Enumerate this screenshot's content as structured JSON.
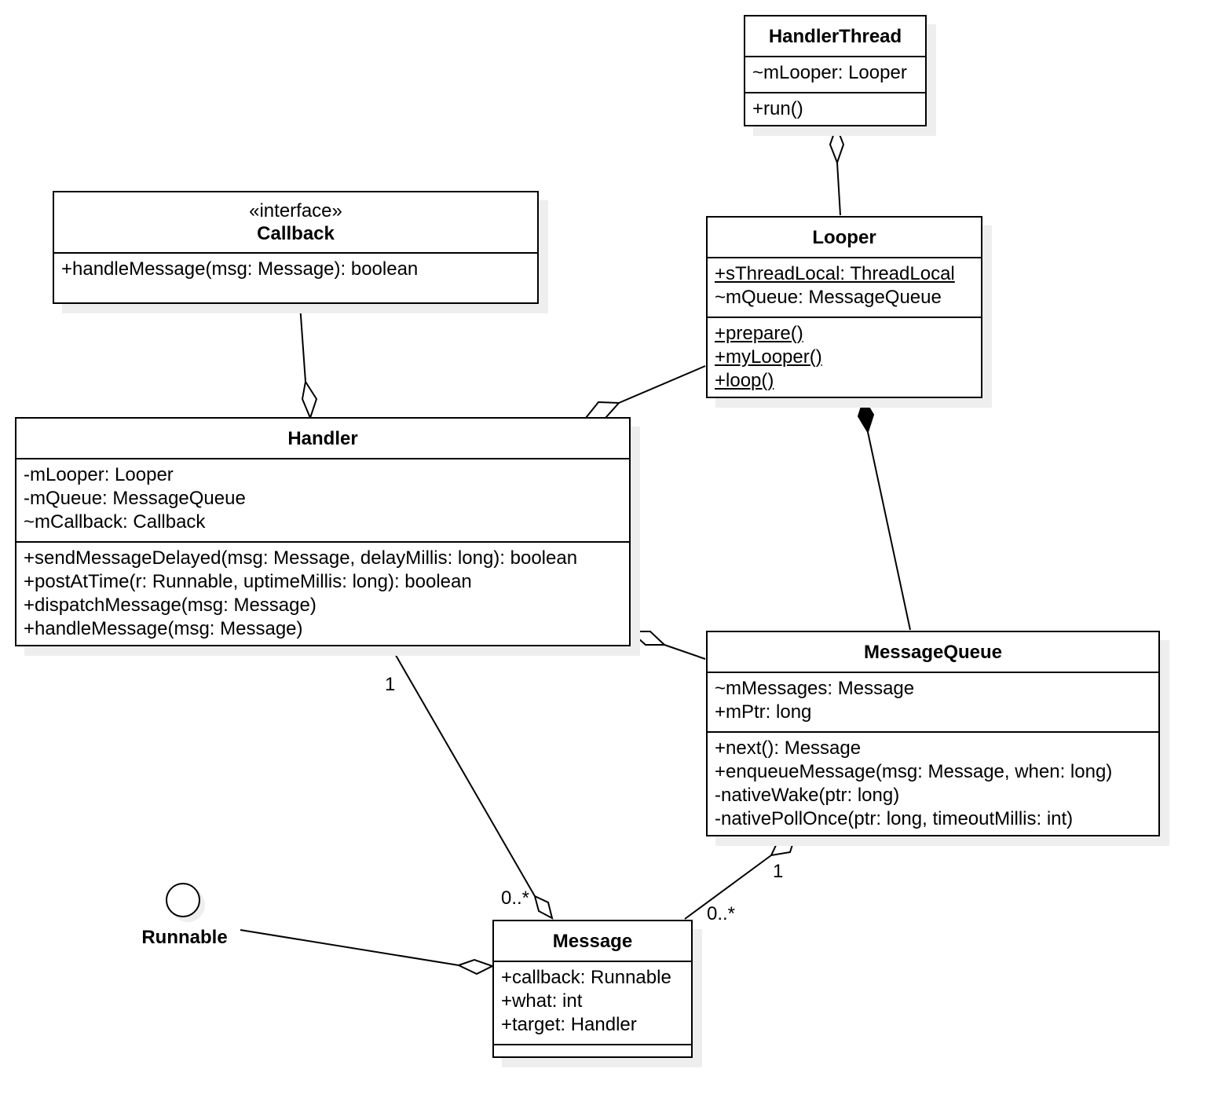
{
  "classes": {
    "handler_thread": {
      "name": "HandlerThread",
      "attributes": [
        {
          "text": "~mLooper: Looper",
          "static": false
        }
      ],
      "operations": [
        {
          "text": "+run()",
          "static": false
        }
      ]
    },
    "callback": {
      "stereotype": "«interface»",
      "name": "Callback",
      "attributes": [],
      "operations": [
        {
          "text": "+handleMessage(msg: Message): boolean",
          "static": false
        }
      ]
    },
    "looper": {
      "name": "Looper",
      "attributes": [
        {
          "text": "+sThreadLocal: ThreadLocal",
          "static": true
        },
        {
          "text": "~mQueue: MessageQueue",
          "static": false
        }
      ],
      "operations": [
        {
          "text": "+prepare()",
          "static": true
        },
        {
          "text": "+myLooper()",
          "static": true
        },
        {
          "text": "+loop()",
          "static": true
        }
      ]
    },
    "handler": {
      "name": "Handler",
      "attributes": [
        {
          "text": "-mLooper: Looper",
          "static": false
        },
        {
          "text": "-mQueue: MessageQueue",
          "static": false
        },
        {
          "text": "~mCallback: Callback",
          "static": false
        }
      ],
      "operations": [
        {
          "text": "+sendMessageDelayed(msg: Message, delayMillis: long): boolean",
          "static": false
        },
        {
          "text": "+postAtTime(r: Runnable, uptimeMillis: long): boolean",
          "static": false
        },
        {
          "text": "+dispatchMessage(msg: Message)",
          "static": false
        },
        {
          "text": "+handleMessage(msg: Message)",
          "static": false
        }
      ]
    },
    "message_queue": {
      "name": "MessageQueue",
      "attributes": [
        {
          "text": "~mMessages: Message",
          "static": false
        },
        {
          "text": "+mPtr: long",
          "static": false
        }
      ],
      "operations": [
        {
          "text": "+next(): Message",
          "static": false
        },
        {
          "text": "+enqueueMessage(msg: Message, when: long)",
          "static": false
        },
        {
          "text": "-nativeWake(ptr: long)",
          "static": false
        },
        {
          "text": "-nativePollOnce(ptr: long, timeoutMillis: int)",
          "static": false
        }
      ]
    },
    "message": {
      "name": "Message",
      "attributes": [
        {
          "text": "+callback: Runnable",
          "static": false
        },
        {
          "text": "+what: int",
          "static": false
        },
        {
          "text": "+target: Handler",
          "static": false
        }
      ],
      "operations": []
    }
  },
  "interface_lollipop": {
    "name": "Runnable"
  },
  "multiplicities": {
    "handler_message_handler_end": "1",
    "handler_message_message_end": "0..*",
    "queue_message_queue_end": "1",
    "queue_message_message_end": "0..*"
  },
  "relationships": [
    {
      "from": "HandlerThread",
      "to": "Looper",
      "kind": "aggregation"
    },
    {
      "from": "Handler",
      "to": "Callback",
      "kind": "aggregation"
    },
    {
      "from": "Handler",
      "to": "Looper",
      "kind": "aggregation"
    },
    {
      "from": "Looper",
      "to": "MessageQueue",
      "kind": "composition"
    },
    {
      "from": "Handler",
      "to": "MessageQueue",
      "kind": "aggregation"
    },
    {
      "from": "Message",
      "to": "Handler",
      "kind": "aggregation"
    },
    {
      "from": "MessageQueue",
      "to": "Message",
      "kind": "aggregation"
    },
    {
      "from": "Message",
      "to": "Runnable",
      "kind": "aggregation"
    }
  ]
}
